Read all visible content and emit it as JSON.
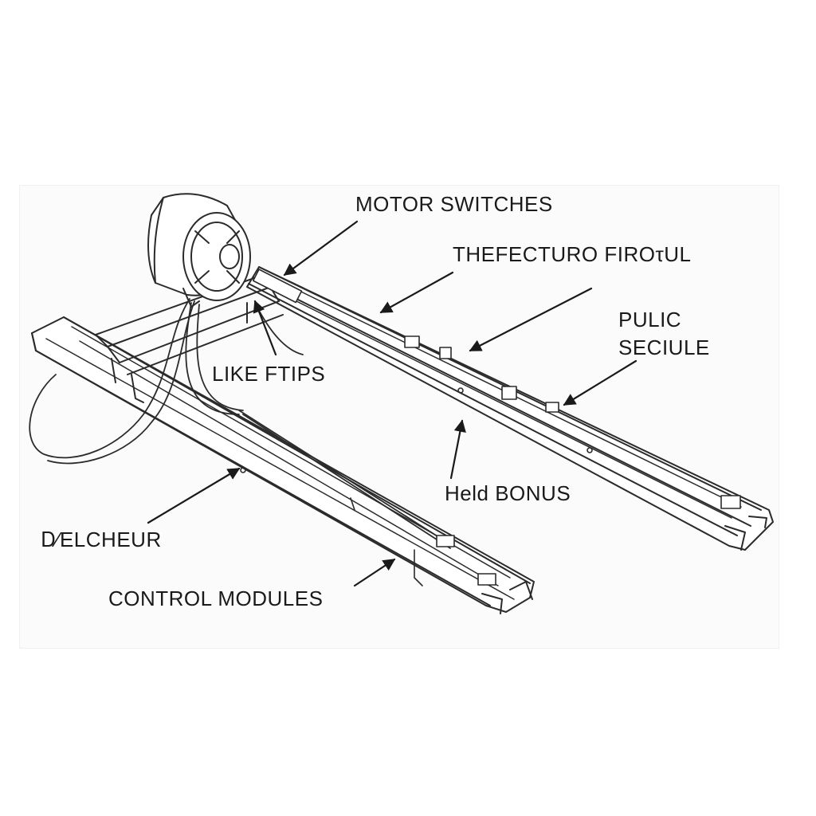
{
  "colors": {
    "ink": "#1a1a1a",
    "line": "#2b2b2b",
    "background": "#ffffff",
    "panel": "#fbfbfb"
  },
  "labels": {
    "motor_switches": "MOTOR SWITCHES",
    "thefecturo_firotul": "THEFECTURO FIROτUL",
    "pulic_seciule_line1": "PULIC",
    "pulic_seciule_line2": "SECIULE",
    "like_ftips": "LIKE FTIPS",
    "held_bonus": "Held BONUS",
    "delcheur": "Ꭰ⁄ELCHEUR",
    "control_modules": "CONTROL MODULES"
  },
  "icons": {
    "motor": "motor-icon",
    "rail": "rail-track",
    "cable": "cable-loop"
  }
}
